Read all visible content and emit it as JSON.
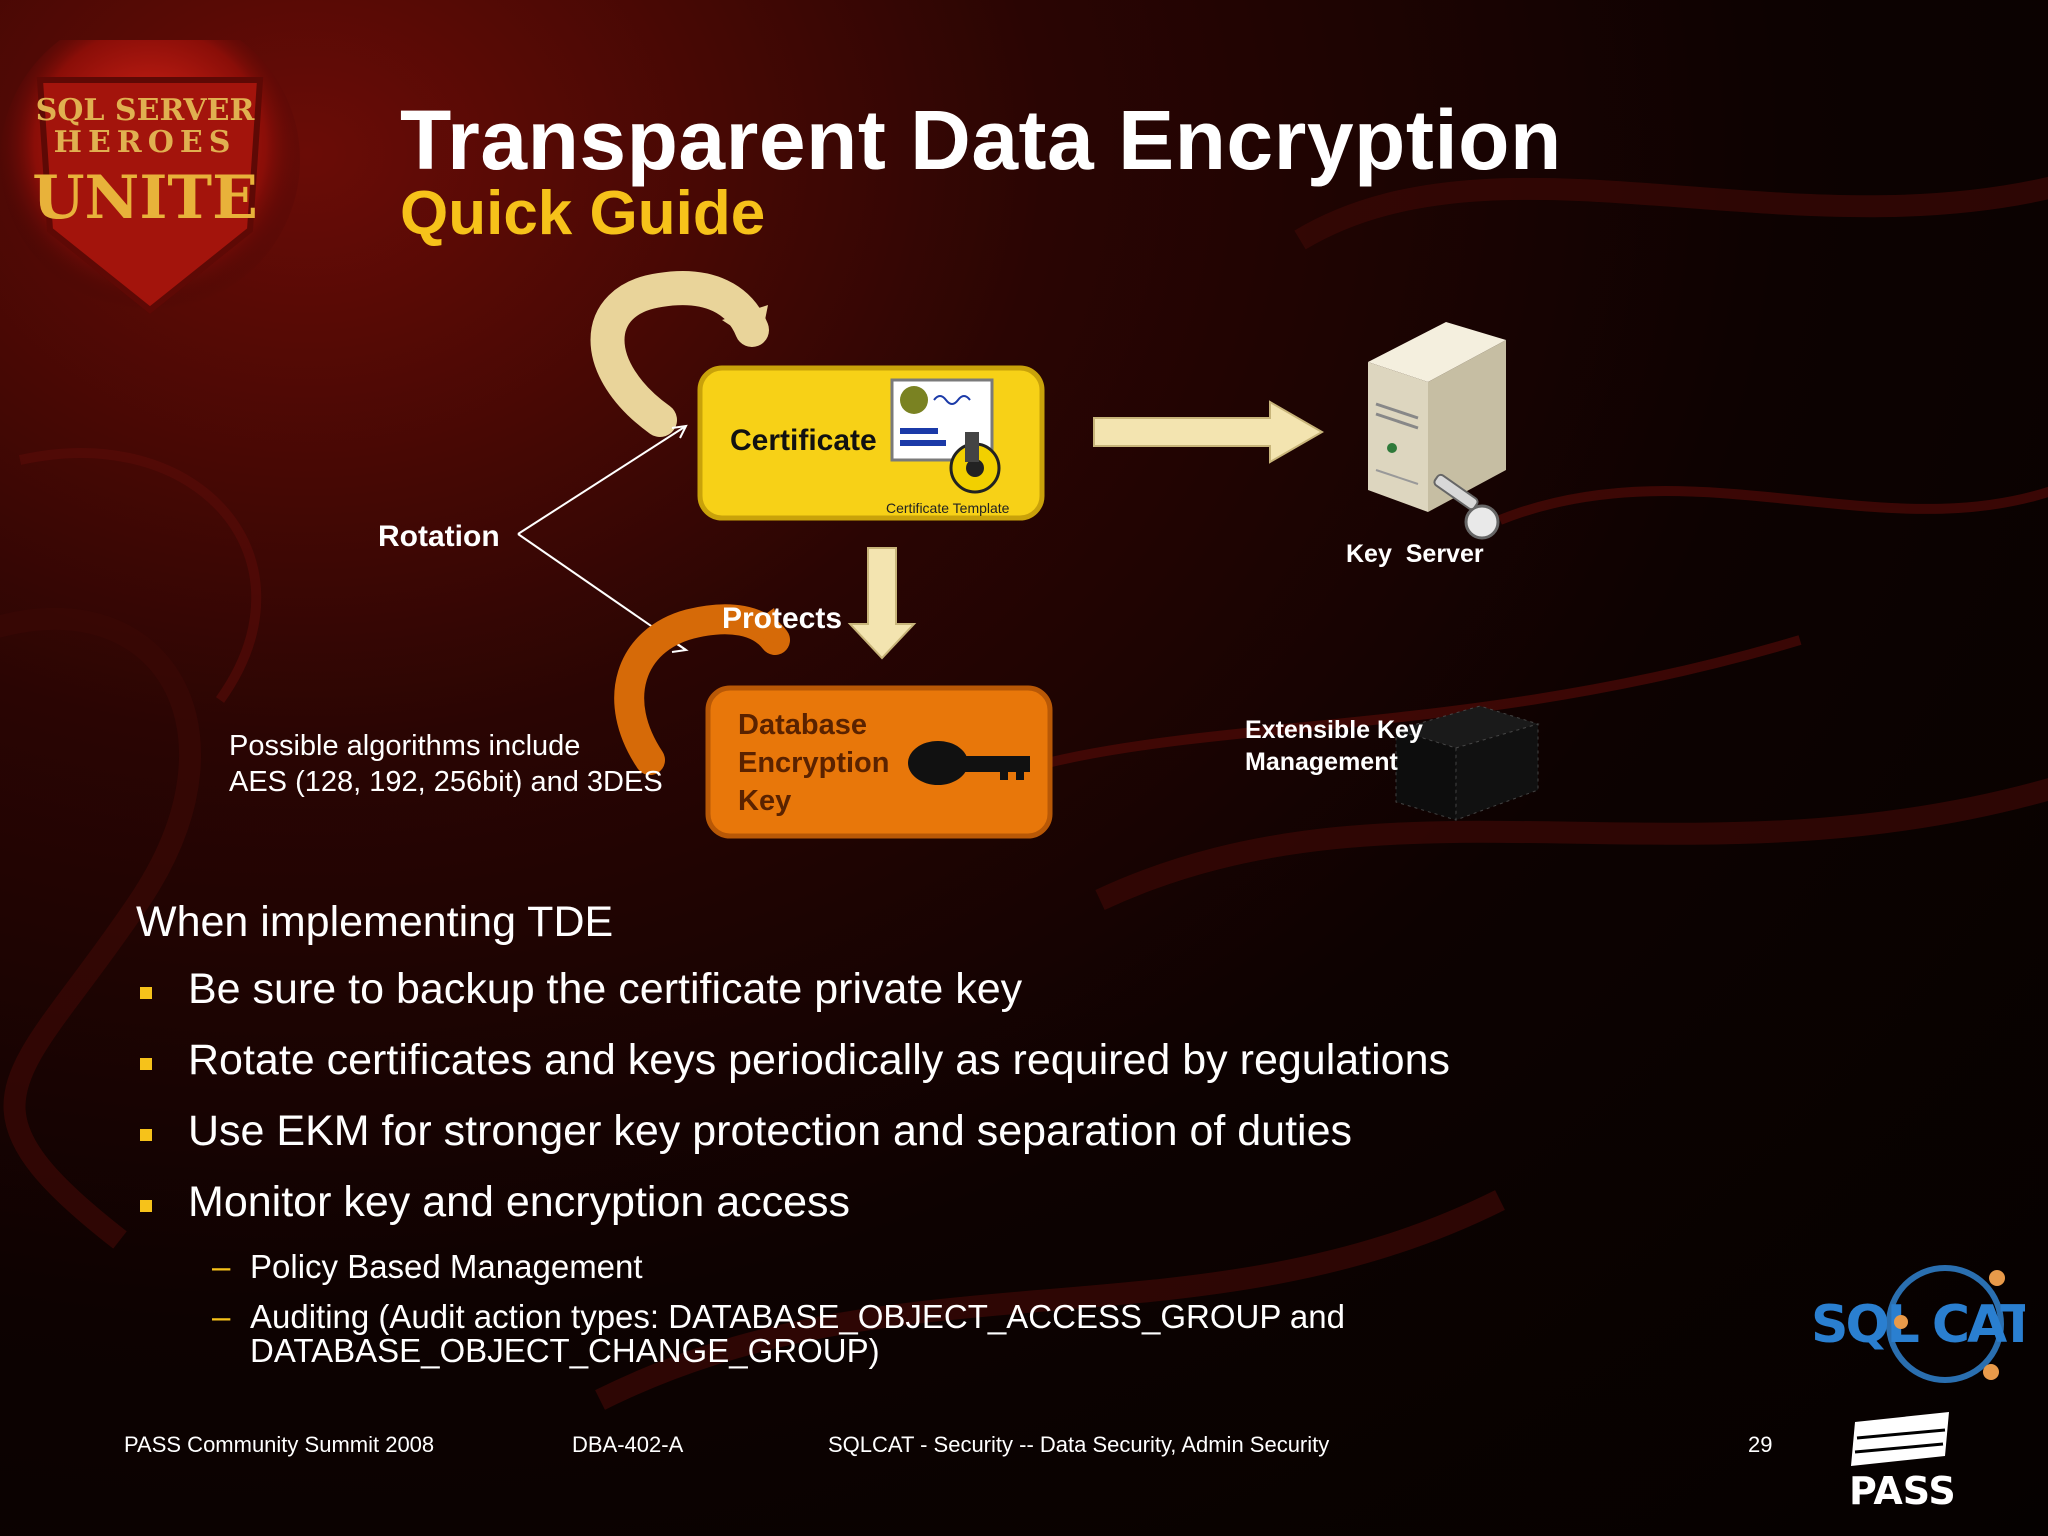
{
  "slide": {
    "title": "Transparent Data Encryption",
    "subtitle": "Quick Guide"
  },
  "logo": {
    "line1": "SQL SERVER",
    "line2": "HEROES",
    "line3": "UNITE"
  },
  "diagram": {
    "certificate_label": "Certificate",
    "certificate_template_label": "Certificate Template",
    "rotation_label": "Rotation",
    "protects_label": "Protects",
    "dek_label_line1": "Database",
    "dek_label_line2": "Encryption",
    "dek_label_line3": "Key",
    "key_server_label": "Key  Server",
    "ekm_line1": "Extensible Key",
    "ekm_line2": "Management",
    "algorithms_line1": "Possible algorithms include",
    "algorithms_line2": "AES (128, 192, 256bit) and 3DES",
    "colors": {
      "certificate_fill": "#f7d117",
      "dek_fill": "#e8770a",
      "arrow_fill": "#f3e4b0"
    }
  },
  "content": {
    "intro": "When implementing TDE",
    "bullets": [
      "Be sure to backup the certificate private key",
      "Rotate certificates and keys periodically as required by regulations",
      "Use EKM for stronger key protection and separation of duties",
      "Monitor key and encryption access"
    ],
    "sub_bullets": [
      "Policy Based Management",
      "Auditing (Audit action types: DATABASE_OBJECT_ACCESS_GROUP and",
      "DATABASE_OBJECT_CHANGE_GROUP)"
    ]
  },
  "footer": {
    "event": "PASS Community Summit 2008",
    "session": "DBA-402-A",
    "track": "SQLCAT - Security -- Data Security, Admin Security",
    "page_number": "29"
  },
  "brand": {
    "sqlcat_text": "SQL CAT",
    "pass_text": "PASS",
    "accent": "#f6c21a"
  }
}
